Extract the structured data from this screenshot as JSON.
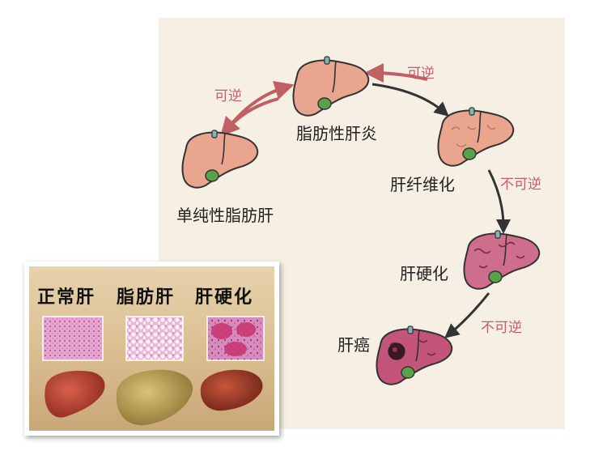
{
  "stages": {
    "simple_fatty_liver": "单纯性脂肪肝",
    "steatohepatitis": "脂肪性肝炎",
    "fibrosis": "肝纤维化",
    "cirrhosis": "肝硬化",
    "cancer": "肝癌"
  },
  "arrows": {
    "reversible_1": "可逆",
    "reversible_2": "可逆",
    "irreversible_1": "不可逆",
    "irreversible_2": "不可逆"
  },
  "inset": {
    "normal": "正常肝",
    "fatty": "脂肪肝",
    "cirrhosis": "肝硬化"
  },
  "colors": {
    "reversible_arrow": "#c06064",
    "irreversible_arrow": "#333333",
    "healthy_liver": "#e9a58d",
    "diseased_liver": "#cf6d8d",
    "gallbladder": "#5aa24a"
  }
}
